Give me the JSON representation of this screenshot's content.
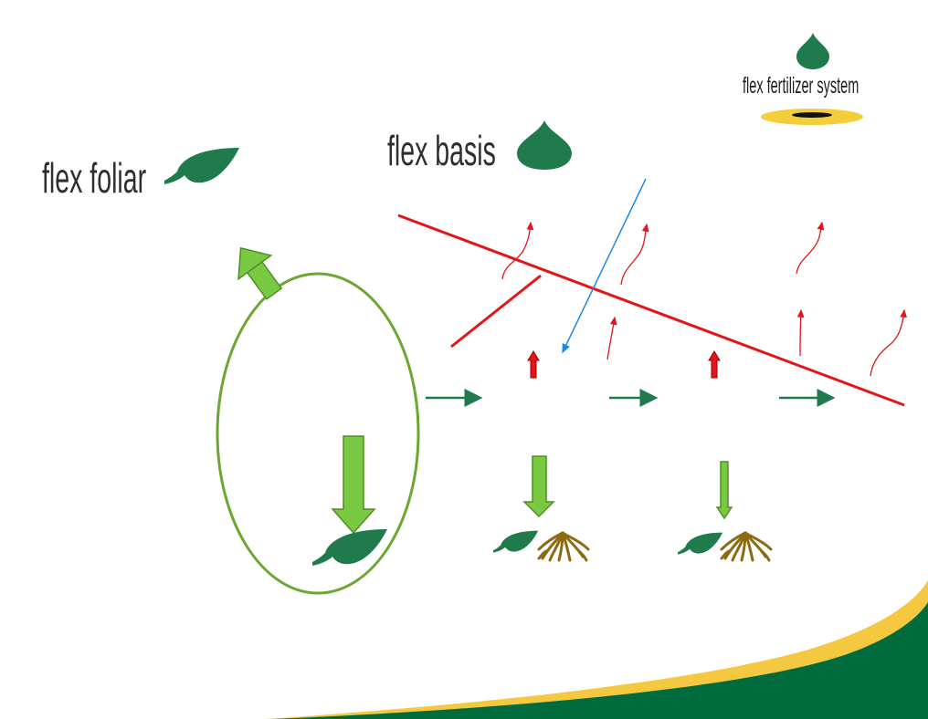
{
  "labels": {
    "foliar": "flex foliar",
    "basis": "flex basis",
    "brand": "flex fertilizer system"
  },
  "colors": {
    "leaf_green": "#1f7a4c",
    "light_green": "#7ac943",
    "flow_green": "#1f7a4c",
    "red": "#e2151b",
    "blue": "#1e88e5",
    "root_brown": "#8b6a12",
    "swoosh_yellow": "#f5c842",
    "swoosh_green": "#006b3c"
  },
  "icons": {
    "foliar_leaf": "leaf-icon",
    "basis_drop": "drop-icon",
    "brand_drop": "drop-icon",
    "roots": "roots-icon"
  }
}
